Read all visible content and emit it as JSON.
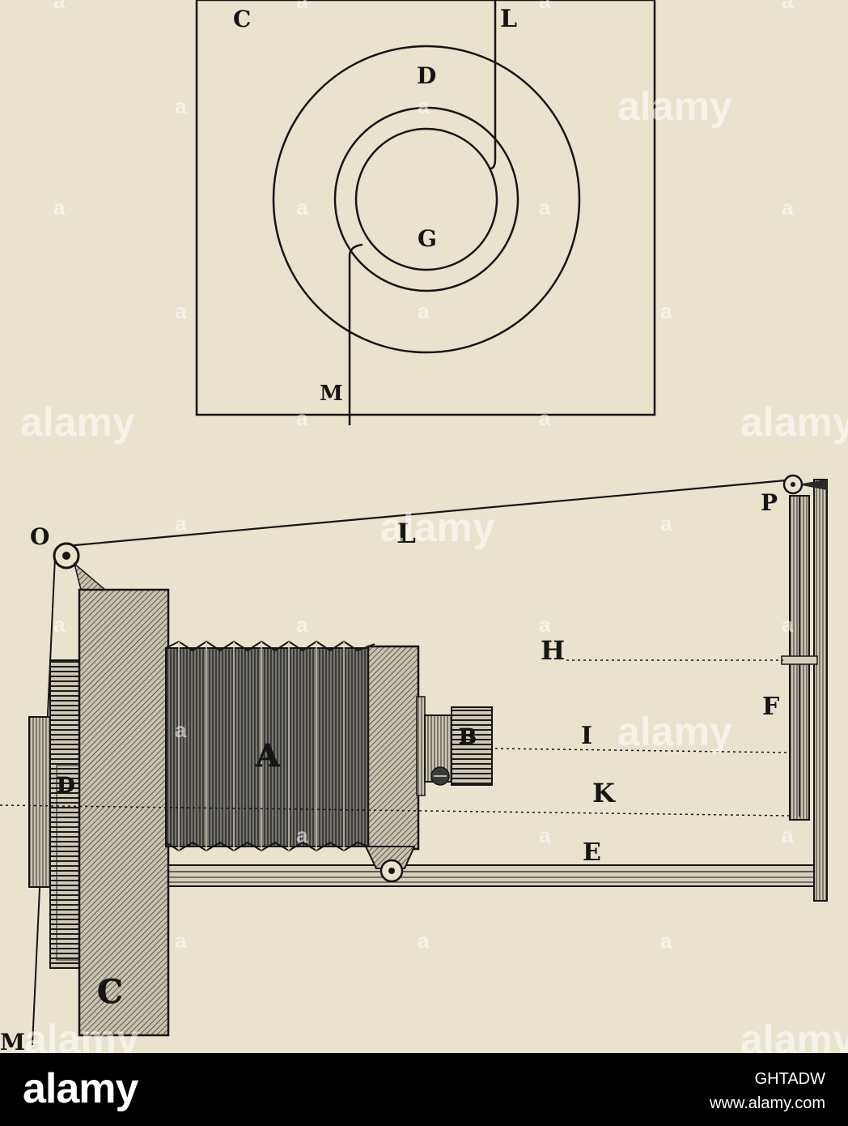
{
  "top_figure": {
    "labels": {
      "C": "C",
      "L": "L",
      "D": "D",
      "G": "G",
      "M": "M"
    }
  },
  "bottom_figure": {
    "labels": {
      "O": "O",
      "L": "L",
      "P": "P",
      "H": "H",
      "F": "F",
      "I": "I",
      "K": "K",
      "E": "E",
      "A": "A",
      "B": "B",
      "D": "D",
      "C": "C",
      "M": "M"
    }
  },
  "watermark": {
    "text": "alamy",
    "small": "a"
  },
  "footer": {
    "logo": "alamy",
    "image_id": "GHTADW",
    "url": "www.alamy.com"
  },
  "colors": {
    "paper": "#e9e2cd",
    "ink": "#151515",
    "footer_bg": "#000000",
    "footer_text": "#ffffff"
  }
}
